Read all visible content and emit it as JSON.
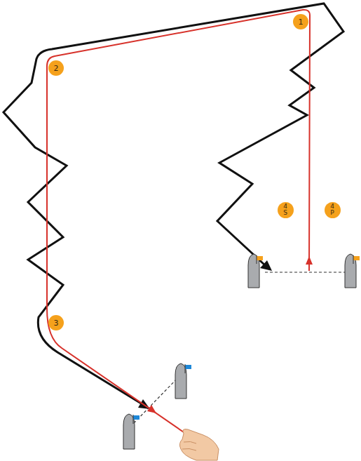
{
  "diagram": {
    "nodes": [
      {
        "text": [
          "1"
        ]
      },
      {
        "text": [
          "2"
        ]
      },
      {
        "text": [
          "3"
        ]
      },
      {
        "text": [
          "4 S"
        ]
      },
      {
        "text": [
          "4 P"
        ]
      }
    ]
  }
}
